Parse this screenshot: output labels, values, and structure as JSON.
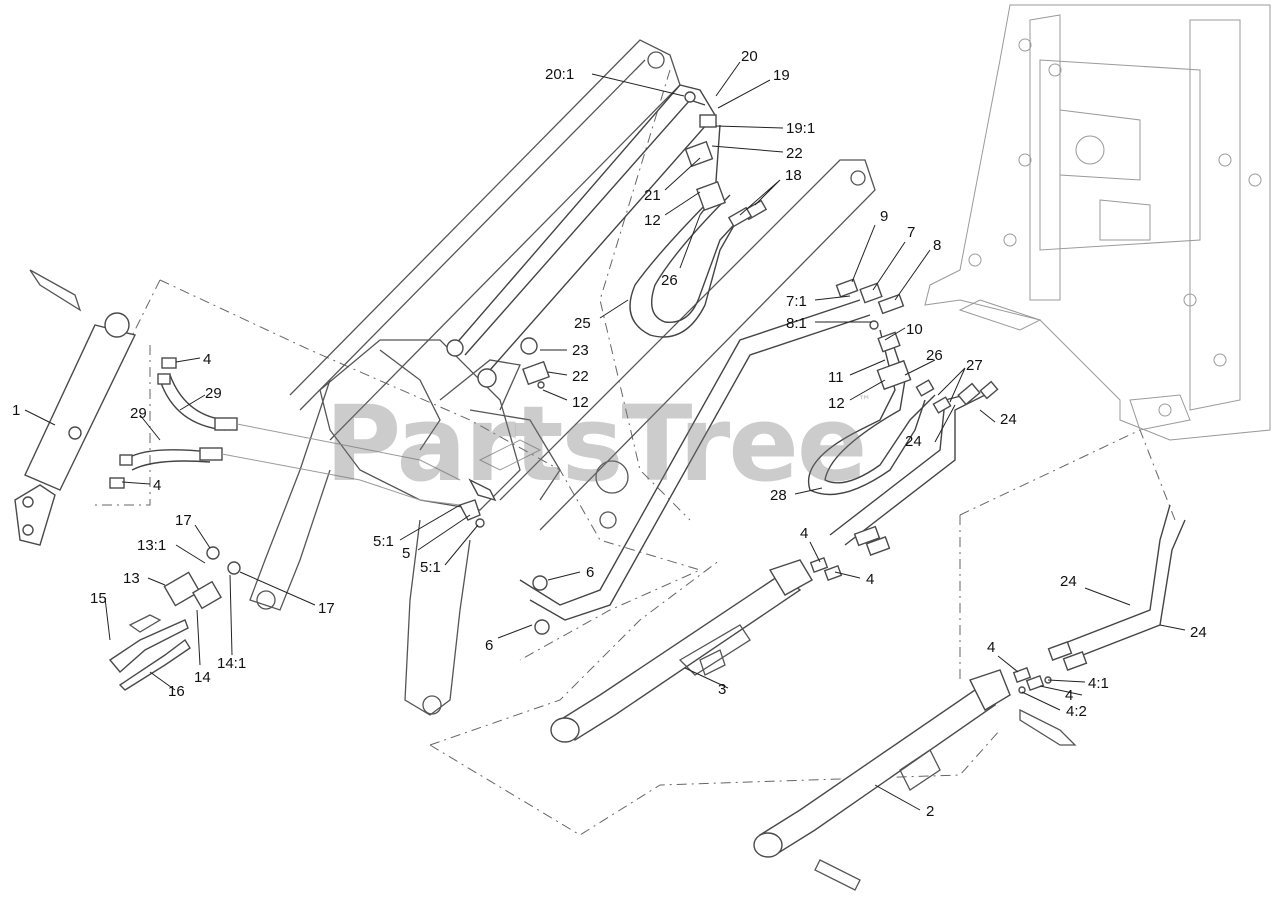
{
  "watermark": {
    "text": "PartsTree",
    "mark": "™"
  },
  "callouts": [
    {
      "id": "c-20-1",
      "text": "20:1"
    },
    {
      "id": "c-20",
      "text": "20"
    },
    {
      "id": "c-19",
      "text": "19"
    },
    {
      "id": "c-19-1",
      "text": "19:1"
    },
    {
      "id": "c-22-top",
      "text": "22"
    },
    {
      "id": "c-21",
      "text": "21"
    },
    {
      "id": "c-12-top",
      "text": "12"
    },
    {
      "id": "c-18",
      "text": "18"
    },
    {
      "id": "c-26-top",
      "text": "26"
    },
    {
      "id": "c-25",
      "text": "25"
    },
    {
      "id": "c-23",
      "text": "23"
    },
    {
      "id": "c-22-mid",
      "text": "22"
    },
    {
      "id": "c-12-mid",
      "text": "12"
    },
    {
      "id": "c-9",
      "text": "9"
    },
    {
      "id": "c-7",
      "text": "7"
    },
    {
      "id": "c-8",
      "text": "8"
    },
    {
      "id": "c-7-1",
      "text": "7:1"
    },
    {
      "id": "c-8-1",
      "text": "8:1"
    },
    {
      "id": "c-10",
      "text": "10"
    },
    {
      "id": "c-26-right",
      "text": "26"
    },
    {
      "id": "c-27",
      "text": "27"
    },
    {
      "id": "c-11",
      "text": "11"
    },
    {
      "id": "c-12-right",
      "text": "12"
    },
    {
      "id": "c-24-a",
      "text": "24"
    },
    {
      "id": "c-24-b",
      "text": "24"
    },
    {
      "id": "c-28",
      "text": "28"
    },
    {
      "id": "c-4-a",
      "text": "4"
    },
    {
      "id": "c-1",
      "text": "1"
    },
    {
      "id": "c-29-a",
      "text": "29"
    },
    {
      "id": "c-29-b",
      "text": "29"
    },
    {
      "id": "c-4-b",
      "text": "4"
    },
    {
      "id": "c-17-a",
      "text": "17"
    },
    {
      "id": "c-13-1",
      "text": "13:1"
    },
    {
      "id": "c-13",
      "text": "13"
    },
    {
      "id": "c-15",
      "text": "15"
    },
    {
      "id": "c-14",
      "text": "14"
    },
    {
      "id": "c-16",
      "text": "16"
    },
    {
      "id": "c-14-1",
      "text": "14:1"
    },
    {
      "id": "c-17-b",
      "text": "17"
    },
    {
      "id": "c-5-1-a",
      "text": "5:1"
    },
    {
      "id": "c-5",
      "text": "5"
    },
    {
      "id": "c-5-1-b",
      "text": "5:1"
    },
    {
      "id": "c-6-a",
      "text": "6"
    },
    {
      "id": "c-6-b",
      "text": "6"
    },
    {
      "id": "c-4-c",
      "text": "4"
    },
    {
      "id": "c-4-d",
      "text": "4"
    },
    {
      "id": "c-3",
      "text": "3"
    },
    {
      "id": "c-24-c",
      "text": "24"
    },
    {
      "id": "c-24-d",
      "text": "24"
    },
    {
      "id": "c-4-e",
      "text": "4"
    },
    {
      "id": "c-4-1",
      "text": "4:1"
    },
    {
      "id": "c-4-f",
      "text": "4"
    },
    {
      "id": "c-4-2",
      "text": "4:2"
    },
    {
      "id": "c-2",
      "text": "2"
    }
  ]
}
